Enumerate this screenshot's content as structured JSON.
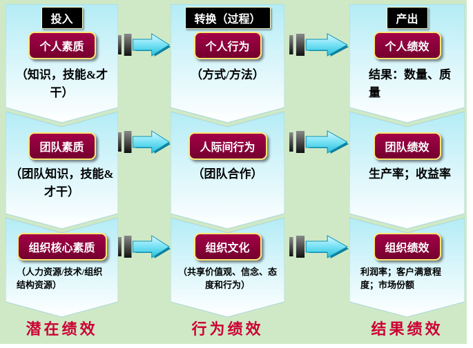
{
  "colors": {
    "background": "#cfe9c6",
    "panel_top": "#b4ecf6",
    "panel_bottom": "#ffffff",
    "stage_box_bg": "#8c0038",
    "stage_box_border": "#ffe873",
    "header_bg": "#000000",
    "header_text": "#ffffff",
    "footer_text": "#cc0033",
    "arrow_cyan": "#55d5ee",
    "arrow_dark": "#333333"
  },
  "icons": {
    "flow_arrow": "right-block-arrow"
  },
  "columns": [
    {
      "header": "投入",
      "footer": "潜在绩效",
      "rows": [
        {
          "title": "个人素质",
          "desc": "（知识，技能&才干）"
        },
        {
          "title": "团队素质",
          "desc": "（团队知识，技能&才干）"
        },
        {
          "title": "组织核心素质",
          "desc": "（人力资源/技术/组织结构资源）"
        }
      ]
    },
    {
      "header": "转换（过程）",
      "footer": "行为绩效",
      "rows": [
        {
          "title": "个人行为",
          "desc": "（方式/方法）"
        },
        {
          "title": "人际间行为",
          "desc": "（团队合作）"
        },
        {
          "title": "组织文化",
          "desc": "（共享价值观、信念、态度和行为）"
        }
      ]
    },
    {
      "header": "产出",
      "footer": "结果绩效",
      "rows": [
        {
          "title": "个人绩效",
          "desc": "结果：数量、质量"
        },
        {
          "title": "团队绩效",
          "desc": "生产率；收益率"
        },
        {
          "title": "组织绩效",
          "desc": "利润率；客户满意程度；市场份额"
        }
      ]
    }
  ]
}
